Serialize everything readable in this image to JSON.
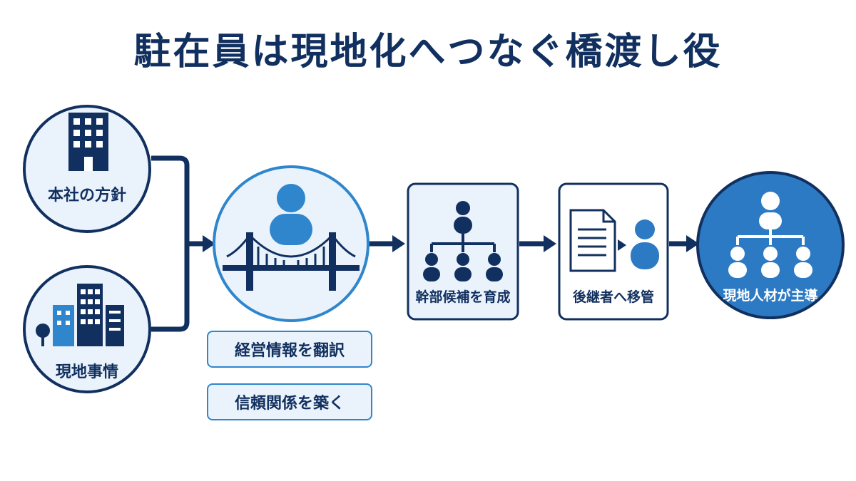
{
  "title": "駐在員は現地化へつなぐ橋渡し役",
  "colors": {
    "navy": "#12305f",
    "blue": "#2f86cc",
    "light": "#eaf3fc",
    "final": "#2d7ac4"
  },
  "nodes": {
    "hq": {
      "label": "本社の方針",
      "icon": "office-building-icon"
    },
    "local": {
      "label": "現地事情",
      "icon": "city-buildings-icon"
    },
    "expat": {
      "icon": "person-bridge-icon"
    },
    "develop": {
      "label": "幹部候補を育成",
      "icon": "org-chart-icon"
    },
    "handover": {
      "label": "後継者へ移管",
      "icon": "document-handover-icon"
    },
    "result": {
      "label": "現地人材が主導",
      "icon": "local-team-icon"
    }
  },
  "roles": [
    {
      "label": "経営情報を翻訳"
    },
    {
      "label": "信頼関係を築く"
    }
  ]
}
